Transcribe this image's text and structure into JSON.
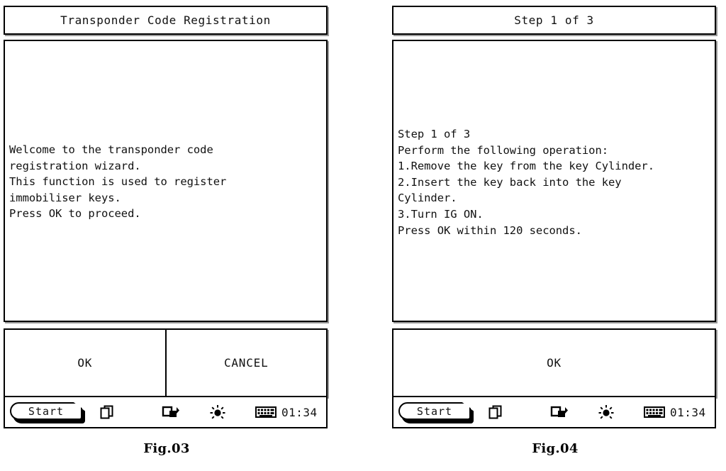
{
  "figures": [
    {
      "caption": "Fig.03",
      "screen": {
        "title": "Transponder Code Registration",
        "body_text": "Welcome to the transponder code\nregistration wizard.\nThis function is used to register\nimmobiliser keys.\nPress OK to proceed.",
        "buttons": [
          {
            "label": "OK"
          },
          {
            "label": "CANCEL"
          }
        ],
        "taskbar": {
          "start_label": "Start",
          "icons": [
            "windows-stack-icon",
            "rotate-screen-icon",
            "brightness-icon",
            "keyboard-icon"
          ],
          "clock": "01:34"
        }
      }
    },
    {
      "caption": "Fig.04",
      "screen": {
        "title": "Step 1 of 3",
        "body_text": "Step 1 of 3\nPerform the following operation:\n1.Remove the key from the key Cylinder.\n2.Insert the key back into the key\nCylinder.\n3.Turn IG ON.\nPress OK within 120 seconds.",
        "buttons": [
          {
            "label": "OK"
          }
        ],
        "taskbar": {
          "start_label": "Start",
          "icons": [
            "windows-stack-icon",
            "rotate-screen-icon",
            "brightness-icon",
            "keyboard-icon"
          ],
          "clock": "01:34"
        }
      }
    }
  ],
  "colors": {
    "ink": "#000000",
    "paper": "#ffffff",
    "shadow": "#9a9a9a"
  }
}
